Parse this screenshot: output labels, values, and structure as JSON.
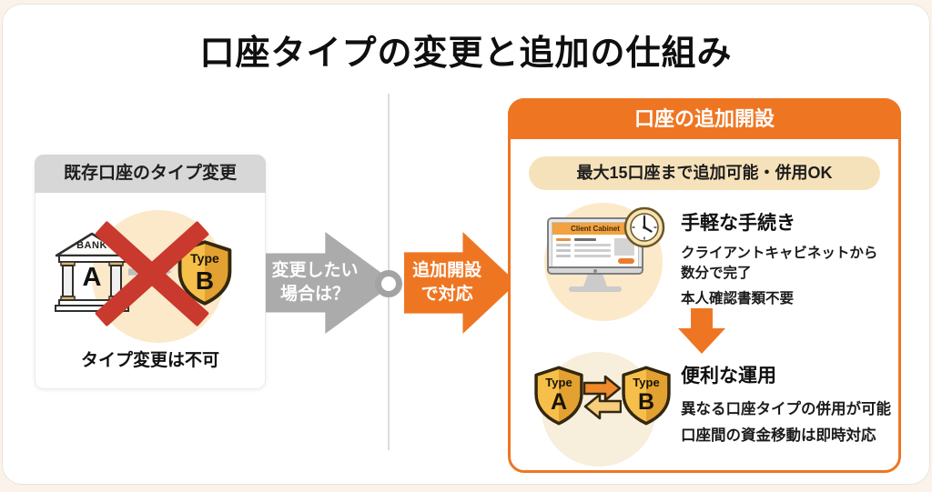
{
  "page": {
    "title": "口座タイプの変更と追加の仕組み"
  },
  "colors": {
    "accent_orange": "#ee7623",
    "cream_banner": "#f6e2ba",
    "icon_circle_bg": "#fbe9c9",
    "gray_arrow": "#ababab",
    "red_x": "#c9392d",
    "shield_gold": "#f6bf4a"
  },
  "left_panel": {
    "header": "既存口座のタイプ変更",
    "bank_label": "BANK",
    "bank_letter": "A",
    "shield_type": "Type",
    "shield_letter": "B",
    "caption": "タイプ変更は不可"
  },
  "middle": {
    "gray_arrow_line1": "変更したい",
    "gray_arrow_line2": "場合は？",
    "orange_arrow_line1": "追加開設",
    "orange_arrow_line2": "で対応"
  },
  "right_panel": {
    "header": "口座の追加開設",
    "banner": "最大15口座まで追加可能・併用OK",
    "section1": {
      "monitor_title": "Client Cabinet",
      "title": "手軽な手続き",
      "line1": "クライアントキャビネットから",
      "line2": "数分で完了",
      "line3": "本人確認書類不要"
    },
    "section2": {
      "shield_a_type": "Type",
      "shield_a_letter": "A",
      "shield_b_type": "Type",
      "shield_b_letter": "B",
      "title": "便利な運用",
      "line1": "異なる口座タイプの併用が可能",
      "line2": "口座間の資金移動は即時対応"
    }
  }
}
